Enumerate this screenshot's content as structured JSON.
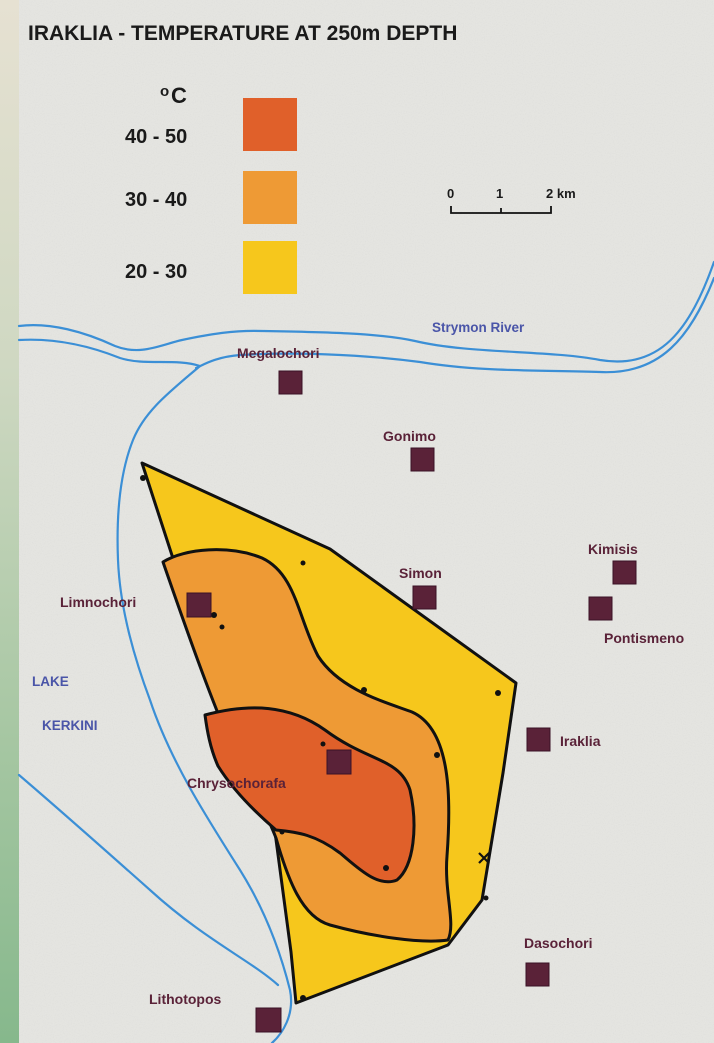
{
  "title": "IRAKLIA - TEMPERATURE AT 250m DEPTH",
  "legend": {
    "unit_o": "o",
    "unit_c": "C",
    "ranges": [
      {
        "label": "40 - 50",
        "color": "#e0602a"
      },
      {
        "label": "30 - 40",
        "color": "#ee9a35"
      },
      {
        "label": "20 - 30",
        "color": "#f6c71c"
      }
    ]
  },
  "scale_bar": {
    "ticks": [
      "0",
      "1",
      "2 km"
    ]
  },
  "water_labels": {
    "river": "Strymon River",
    "lake_line1": "LAKE",
    "lake_line2": "KERKINI"
  },
  "towns": {
    "megalochori": "Megalochori",
    "gonimo": "Gonimo",
    "kimisis": "Kimisis",
    "simon": "Simon",
    "limnochori": "Limnochori",
    "pontismeno": "Pontismeno",
    "iraklia": "Iraklia",
    "chrysochorafa": "Chrysochorafa",
    "dasochori": "Dasochori",
    "lithotopos": "Lithotopos"
  },
  "colors": {
    "town": "#5a2238",
    "water": "#3b8fd6",
    "water_label": "#4a55a8"
  }
}
